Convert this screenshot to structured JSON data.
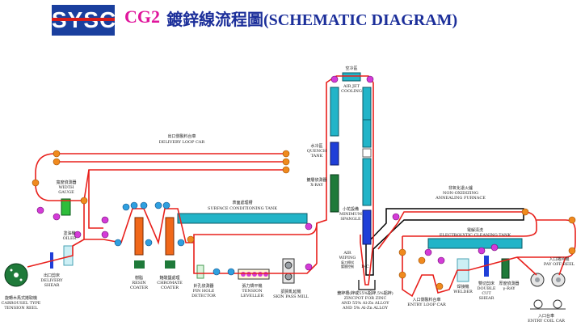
{
  "header": {
    "logo": "SYSCO",
    "code": "CG2",
    "title": "鍍鋅線流程圖(SCHEMATIC DIAGRAM)"
  },
  "colors": {
    "strip": "#e8201c",
    "roll": "#f08a1e",
    "tank": "#22b4c8",
    "coater": "#f0681a",
    "gauge": "#2ebd3a",
    "cyan_roll": "#2fa0e0",
    "magenta_roll": "#d43bd8",
    "blue_unit": "#1f3fd8",
    "green_box": "#1f7a3a"
  },
  "labels": {
    "delivery_loop_car_zh": "出口側製料台車",
    "delivery_loop_car_en": "DELIVERY LOOP CAR",
    "width_gauge_zh": "寬度偵測器",
    "width_gauge_en1": "WIDTH",
    "width_gauge_en2": "GAUGE",
    "oiler_zh": "塗油機",
    "oiler_en": "OILER",
    "delivery_shear_zh": "出口剪床",
    "delivery_shear_en1": "DELIVERY",
    "delivery_shear_en2": "SHEAR",
    "carrousel_zh": "旋轉木馬式捲取機",
    "carrousel_en1": "CARROUSEL TYPE",
    "carrousel_en2": "TENSION REEL",
    "resin_coater_zh": "樹脂",
    "resin_coater_en1": "RESIN",
    "resin_coater_en2": "COATER",
    "chromate_coater_zh": "鉻酸鹽處理",
    "chromate_coater_en1": "CHROMATE",
    "chromate_coater_en2": "COATER",
    "pin_hole_zh": "針孔偵測器",
    "pin_hole_en1": "PIN HOLE",
    "pin_hole_en2": "DETECTOR",
    "tension_leveller_zh": "張力矯平機",
    "tension_leveller_en1": "TENSION",
    "tension_leveller_en2": "LEVELLER",
    "skin_pass_zh": "調質軋延機",
    "skin_pass_en": "SKIN PASS MILL",
    "surface_tank_zh": "表面處理槽",
    "surface_tank_en": "SURFACE CONDITIONING TANK",
    "air_jet_zh": "空冷區",
    "air_jet_en1": "AIR JET",
    "air_jet_en2": "COOLING",
    "quench_zh": "水冷區",
    "quench_en1": "QUENCH",
    "quench_en2": "TANK",
    "xray_zh": "鍍層偵測器",
    "xray_en": "X-RAY",
    "spangle_zh": "小花設備",
    "spangle_en1": "MINIMUM",
    "spangle_en2": "SPANGLE",
    "air_wiping_en1": "AIR",
    "air_wiping_en2": "WIPING",
    "air_wiping_zh1": "氣刀擦拭",
    "air_wiping_zh2": "鍍層控制",
    "zinc_pot_zh": "鍍鋅槽(鋅或55%鋁鋅,5%鋁鋅)",
    "zinc_pot_en1": "ZINCPOT FOR ZINC",
    "zinc_pot_en2": "AND 55% Al-Zn ALLOY",
    "zinc_pot_en3": "AND 5% Al-Zn ALLOY",
    "dc": "D-C",
    "furnace_zh": "非氧化退火爐",
    "furnace_en1": "NON-OXIDIZING",
    "furnace_en2": "ANNEALING FURNACE",
    "electrolytic_zh": "電解清洗",
    "electrolytic_en": "ELECTROLYTIC CLEANING TANK",
    "entry_loop_car_zh": "入口側製料台車",
    "entry_loop_car_en": "ENTRY LOOP CAR",
    "welder_zh": "焊接機",
    "welder_en": "WELDER",
    "double_cut_zh": "雙切剪床",
    "double_cut_en1": "DOUBLE",
    "double_cut_en2": "CUT",
    "double_cut_en3": "SHEAR",
    "gamma_ray_zh": "厚度偵測器",
    "gamma_ray_en": "γ-RAY",
    "pay_off_zh": "入口捲片機",
    "pay_off_en": "PAY OFF REEL",
    "entry_coil_zh": "入口台車",
    "entry_coil_en": "ENTRY COIL CAR"
  }
}
